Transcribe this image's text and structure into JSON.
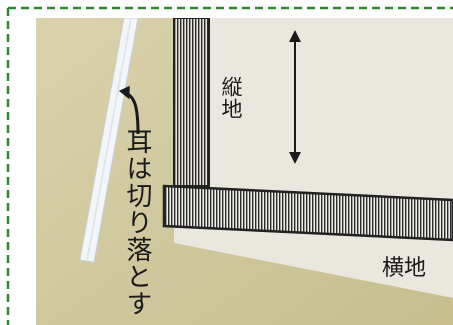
{
  "labels": {
    "warp": "縦地",
    "cut_selvage": "耳は切り落とす",
    "weft": "横地"
  },
  "colors": {
    "dashed_border": "#2f8a2f",
    "background_table": "#cfc79d",
    "fabric": "#e9e7de",
    "selvage_strip": "#f3f6f8",
    "text": "#1a1a1a"
  },
  "icons": {
    "double_arrow": "double-headed-vertical-arrow-icon",
    "curved_arrow": "curved-arrow-up-left-icon"
  }
}
